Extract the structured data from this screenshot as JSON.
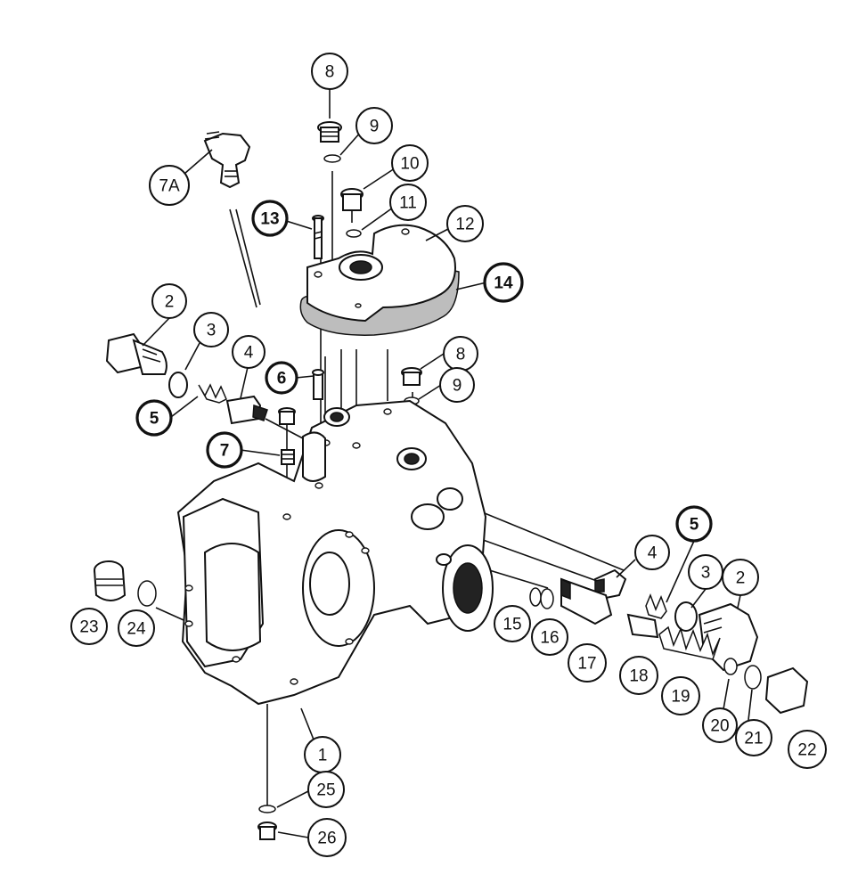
{
  "diagram": {
    "callouts": [
      {
        "id": "c-8-top",
        "label": "8",
        "bold": false
      },
      {
        "id": "c-9-top",
        "label": "9",
        "bold": false
      },
      {
        "id": "c-7a",
        "label": "7A",
        "bold": false
      },
      {
        "id": "c-10",
        "label": "10",
        "bold": false
      },
      {
        "id": "c-11",
        "label": "11",
        "bold": false
      },
      {
        "id": "c-13",
        "label": "13",
        "bold": true
      },
      {
        "id": "c-12",
        "label": "12",
        "bold": false
      },
      {
        "id": "c-14",
        "label": "14",
        "bold": true
      },
      {
        "id": "c-2-left",
        "label": "2",
        "bold": false
      },
      {
        "id": "c-3-left",
        "label": "3",
        "bold": false
      },
      {
        "id": "c-4-left",
        "label": "4",
        "bold": false
      },
      {
        "id": "c-6",
        "label": "6",
        "bold": true
      },
      {
        "id": "c-8-mid",
        "label": "8",
        "bold": false
      },
      {
        "id": "c-9-mid",
        "label": "9",
        "bold": false
      },
      {
        "id": "c-5-left",
        "label": "5",
        "bold": true
      },
      {
        "id": "c-7",
        "label": "7",
        "bold": true
      },
      {
        "id": "c-5-right",
        "label": "5",
        "bold": true
      },
      {
        "id": "c-4-right",
        "label": "4",
        "bold": false
      },
      {
        "id": "c-3-right",
        "label": "3",
        "bold": false
      },
      {
        "id": "c-2-right",
        "label": "2",
        "bold": false
      },
      {
        "id": "c-23",
        "label": "23",
        "bold": false
      },
      {
        "id": "c-24",
        "label": "24",
        "bold": false
      },
      {
        "id": "c-15",
        "label": "15",
        "bold": false
      },
      {
        "id": "c-16",
        "label": "16",
        "bold": false
      },
      {
        "id": "c-17",
        "label": "17",
        "bold": false
      },
      {
        "id": "c-18",
        "label": "18",
        "bold": false
      },
      {
        "id": "c-19",
        "label": "19",
        "bold": false
      },
      {
        "id": "c-20",
        "label": "20",
        "bold": false
      },
      {
        "id": "c-21",
        "label": "21",
        "bold": false
      },
      {
        "id": "c-22",
        "label": "22",
        "bold": false
      },
      {
        "id": "c-1",
        "label": "1",
        "bold": false
      },
      {
        "id": "c-25",
        "label": "25",
        "bold": false
      },
      {
        "id": "c-26",
        "label": "26",
        "bold": false
      }
    ]
  }
}
